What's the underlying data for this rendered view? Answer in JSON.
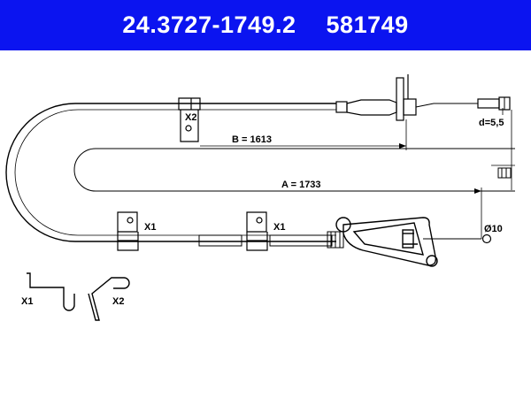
{
  "header": {
    "part_number": "24.3727-1749.2",
    "ref_number": "581749",
    "background_color": "#0b14f0",
    "text_color": "#ffffff"
  },
  "labels": {
    "dim_b": "B = 1613",
    "dim_a": "A = 1733",
    "d_value": "d=5,5",
    "diameter": "Ø10",
    "clip_x1": "X1",
    "clip_x2": "X2"
  }
}
